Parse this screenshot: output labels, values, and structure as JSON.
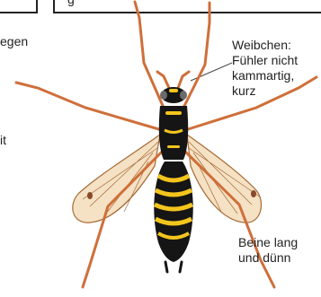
{
  "top_frame": {
    "partial_text": "g"
  },
  "labels": {
    "left_top": "egen",
    "left_mid": "it",
    "female": [
      "Weibchen:",
      "Fühler nicht",
      "kammartig,",
      "kurz"
    ],
    "legs": [
      "Beine lang",
      "und dünn"
    ]
  },
  "colors": {
    "body_black": "#151515",
    "stripe_yellow": "#f3c51d",
    "leg_orange": "#cf6f3a",
    "wing_fill": "#f2d7b0",
    "wing_vein": "#a56a35"
  }
}
